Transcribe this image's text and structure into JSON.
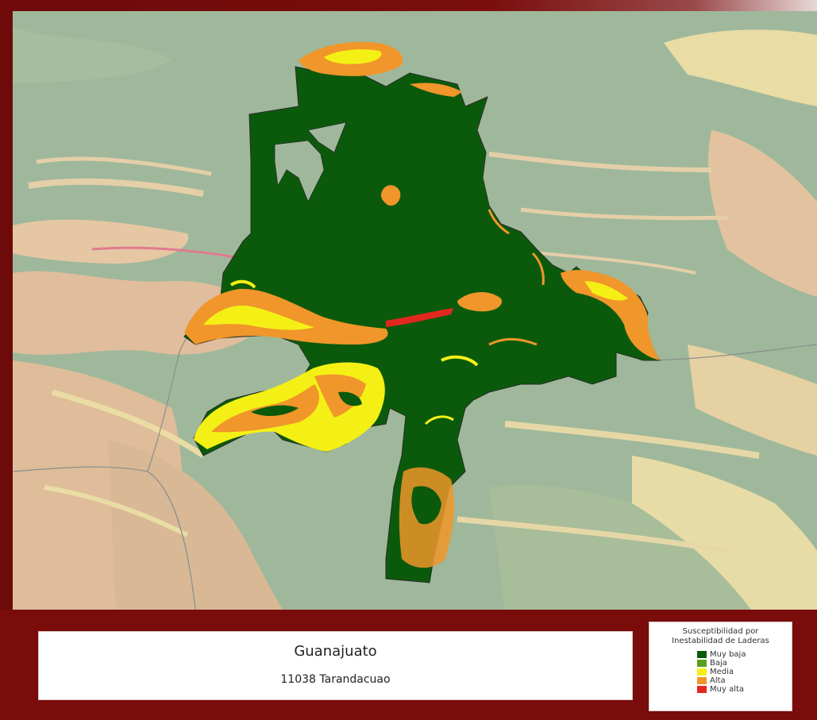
{
  "map": {
    "state": "Guanajuato",
    "municipality": "11038  Tarandacuao"
  },
  "legend": {
    "title_line1": "Susceptibilidad por",
    "title_line2": "Inestabilidad de Laderas",
    "items": [
      {
        "label": "Muy baja",
        "color": "#0b5a0b"
      },
      {
        "label": "Baja",
        "color": "#5a9e1a"
      },
      {
        "label": "Media",
        "color": "#f4f016"
      },
      {
        "label": "Alta",
        "color": "#f0962a"
      },
      {
        "label": "Muy alta",
        "color": "#e2281e"
      }
    ]
  },
  "colors": {
    "frame": "#7a0c0c",
    "background_land": "#9fb89b",
    "background_low": "#e0bd9c",
    "background_mid": "#e9dca4"
  }
}
